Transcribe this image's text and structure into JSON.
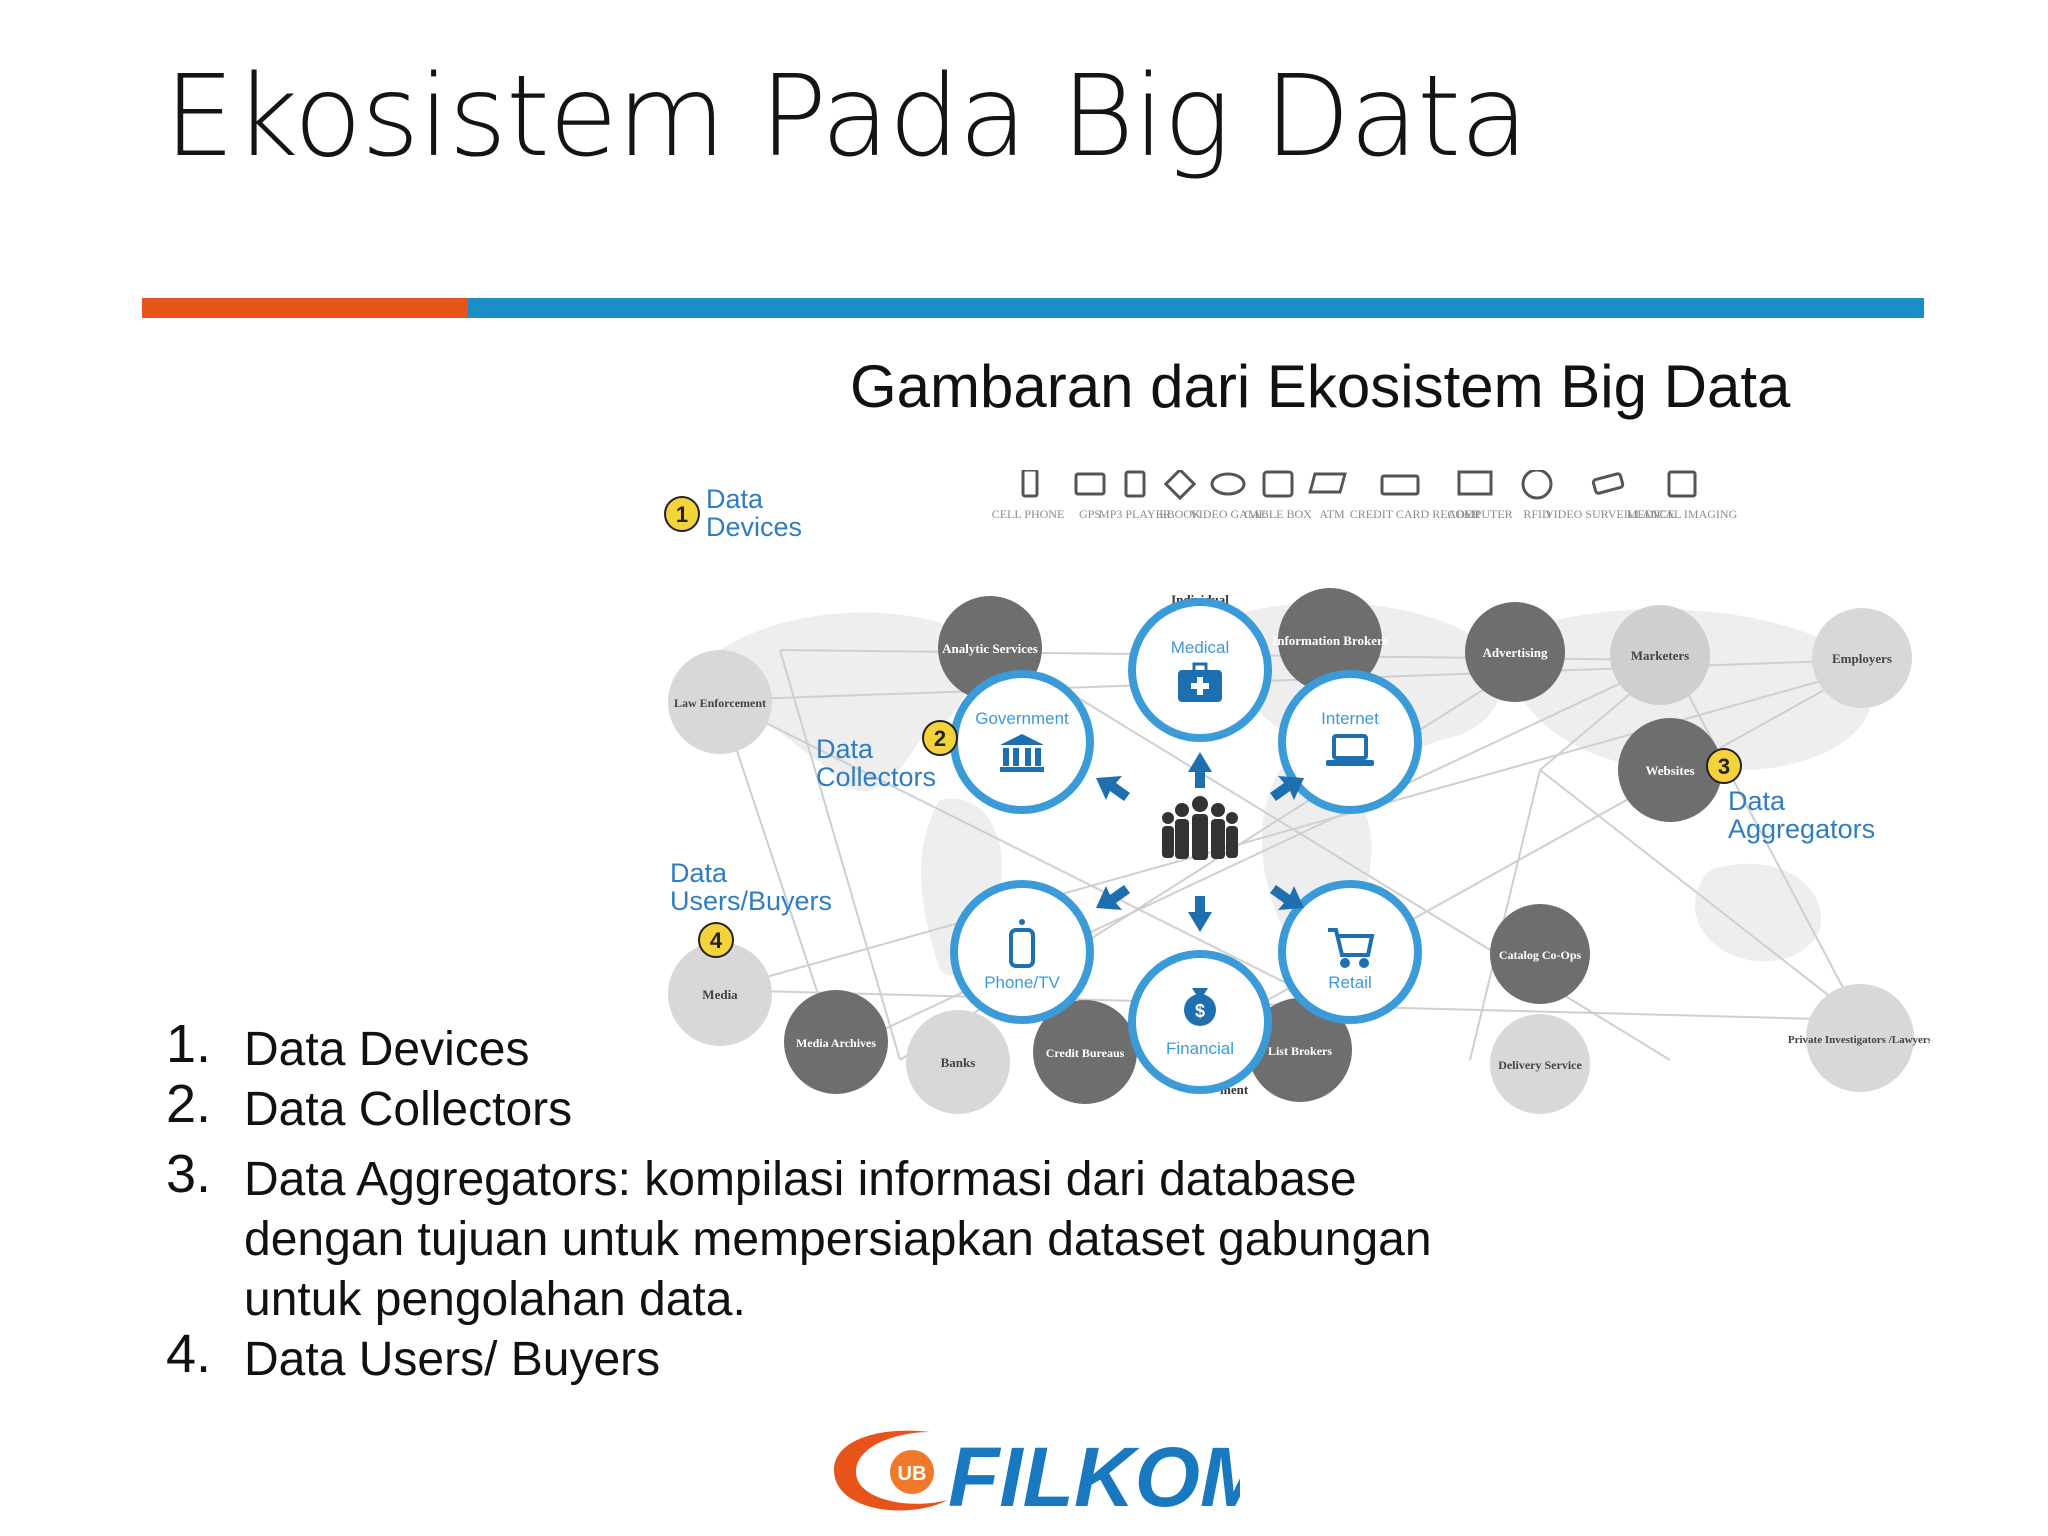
{
  "title": "Ekosistem Pada Big Data",
  "subtitle": "Gambaran dari Ekosistem Big Data",
  "diagram": {
    "sections": {
      "devices": {
        "num": "1",
        "label1": "Data",
        "label2": "Devices"
      },
      "collectors": {
        "num": "2",
        "label1": "Data",
        "label2": "Collectors"
      },
      "aggregators": {
        "num": "3",
        "label1": "Data",
        "label2": "Aggregators"
      },
      "users": {
        "num": "4",
        "label1": "Data",
        "label2": "Users/Buyers"
      }
    },
    "devices": [
      "CELL PHONE",
      "GPS",
      "MP3 PLAYER",
      "EBOOK",
      "VIDEO GAME",
      "CABLE BOX",
      "ATM",
      "CREDIT CARD READER",
      "COMPUTER",
      "RFID",
      "VIDEO SURVEILLANCE",
      "MEDICAL IMAGING"
    ],
    "collectors": [
      "Medical",
      "Government",
      "Internet",
      "Phone/TV",
      "Retail",
      "Financial"
    ],
    "gray_nodes": [
      "Analytic Services",
      "Information Brokers",
      "Advertising",
      "Marketers",
      "Employers",
      "Law Enforcement",
      "Websites",
      "Catalog Co-Ops",
      "Private Investigators /Lawyers",
      "Delivery Service",
      "List Brokers",
      "Credit Bureaus",
      "Banks",
      "Media Archives",
      "Media"
    ],
    "partial_labels": [
      "Individual",
      "ment"
    ]
  },
  "list": [
    {
      "num": "1.",
      "text": "Data Devices"
    },
    {
      "num": "2.",
      "text": "Data Collectors"
    },
    {
      "num": "3.",
      "text": "Data Aggregators: kompilasi informasi dari database dengan tujuan untuk mempersiapkan dataset gabungan untuk pengolahan data."
    },
    {
      "num": "4.",
      "text": "Data Users/ Buyers"
    }
  ],
  "logo": {
    "badge": "UB",
    "name": "FILKOM"
  },
  "colors": {
    "orange": "#e8531c",
    "blue": "#1b8ec7",
    "collector_blue": "#3a9bd8",
    "label_blue": "#2f7dc0",
    "badge_yellow": "#f3d23a"
  }
}
